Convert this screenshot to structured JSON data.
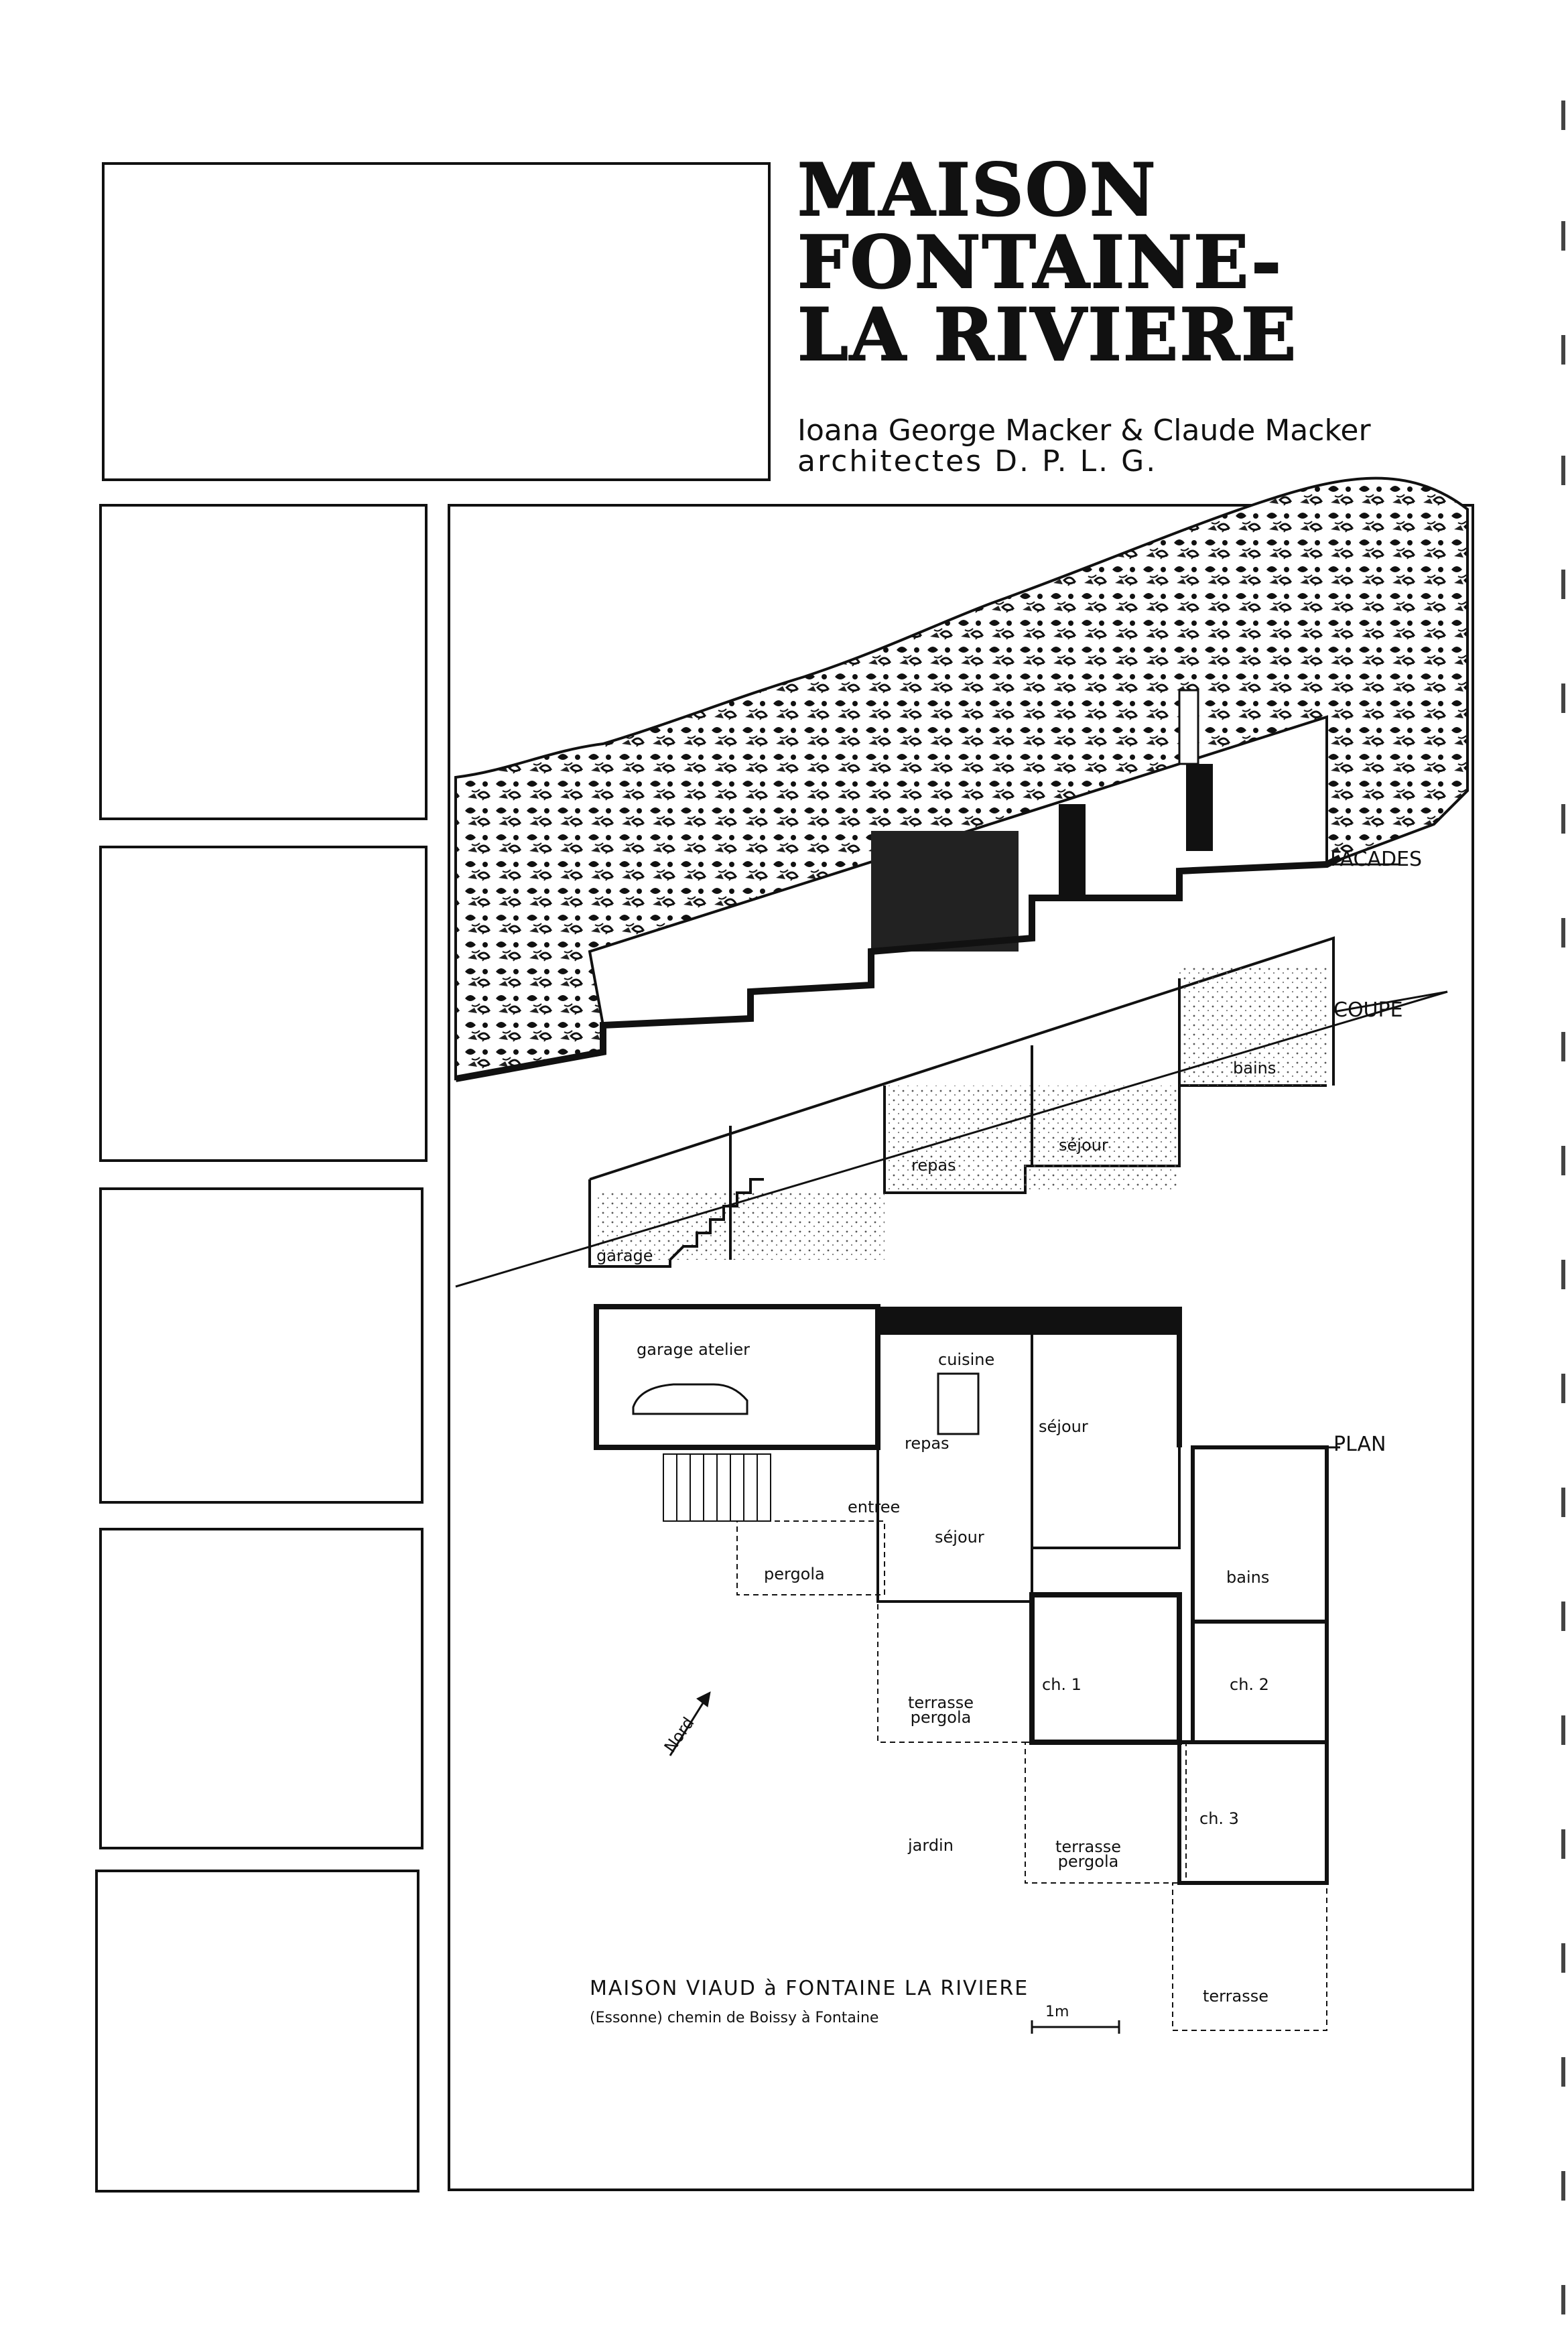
{
  "title": {
    "line1": "MAISON",
    "line2": "FONTAINE-",
    "line3": "LA RIVIERE"
  },
  "credits": {
    "architects": "Ioana George Macker  &  Claude Macker",
    "subtitle": "architectes  D. P. L. G."
  },
  "drawing_labels": {
    "facades": "FACADES",
    "coupe": "COUPE",
    "plan": "PLAN"
  },
  "section_labels": {
    "garage": "garage",
    "repas": "repas",
    "sejour": "séjour",
    "bains": "bains"
  },
  "plan_rooms": {
    "garage_atelier": "garage atelier",
    "cuisine": "cuisine",
    "repas": "repas",
    "sejour_upper": "séjour",
    "entree": "entree",
    "sejour_lower": "séjour",
    "pergola": "pergola",
    "bains": "bains",
    "ch1": "ch. 1",
    "ch2": "ch. 2",
    "ch3": "ch. 3",
    "terrasse_pergola_1_a": "terrasse",
    "terrasse_pergola_1_b": "pergola",
    "terrasse_pergola_2_a": "terrasse",
    "terrasse_pergola_2_b": "pergola",
    "jardin": "jardin",
    "terrasse": "terrasse",
    "nord": "Nord"
  },
  "caption": {
    "line1": "MAISON  VIAUD à FONTAINE  LA  RIVIERE",
    "line2": "(Essonne) chemin de Boissy à Fontaine",
    "scale": "1m"
  }
}
